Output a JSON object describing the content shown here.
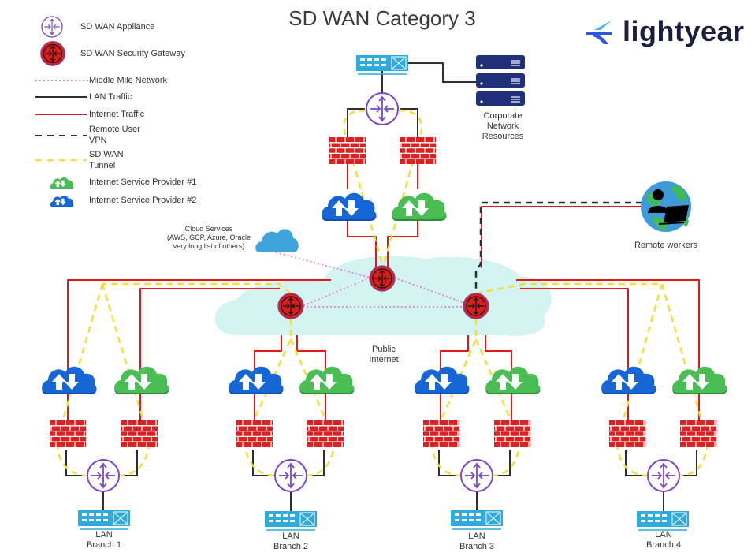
{
  "title": "SD WAN Category 3",
  "brand": {
    "name": "lightyear",
    "colors": {
      "primary": "#2f57e0",
      "secondary": "#45b7f0",
      "text": "#1b1e3d"
    }
  },
  "legend": {
    "items": [
      {
        "icon": "sd-wan-appliance-icon",
        "label": "SD WAN Appliance"
      },
      {
        "icon": "security-gateway-icon",
        "label": "SD WAN Security Gateway"
      },
      {
        "line": "dotted-pink",
        "label": "Middle Mile Network"
      },
      {
        "line": "solid-dark",
        "label": "LAN Traffic"
      },
      {
        "line": "solid-red",
        "label": "Internet Traffic"
      },
      {
        "line": "dashed-dark",
        "label": "Remote User VPN",
        "lines": [
          "Remote User",
          "VPN"
        ]
      },
      {
        "line": "dashed-yellow",
        "label": "SD WAN Tunnel",
        "lines": [
          "SD WAN",
          "Tunnel"
        ]
      },
      {
        "icon": "isp1-cloud-icon",
        "label": "Internet Service Provider #1"
      },
      {
        "icon": "isp2-cloud-icon",
        "label": "Internet Service Provider #2"
      }
    ]
  },
  "colors": {
    "appliance": "#7b46c8",
    "gateway": "#d81f1f",
    "middle_mile": "#e67ad8",
    "lan": "#2b3038",
    "internet": "#e0191f",
    "vpn": "#2b3038",
    "tunnel": "#f4dd3c",
    "isp1": "#4bbd55",
    "isp2": "#1766d6",
    "firewall": "#dd2020",
    "switch": "#2eaadc",
    "server": "#1f2f7a",
    "public_cloud": "#d3f5f1",
    "cloud_services": "#3fa3dc"
  },
  "nodes": {
    "corporate": {
      "label": "Corporate Network Resources",
      "lines": [
        "Corporate",
        "Network",
        "Resources"
      ]
    },
    "cloud_services": {
      "label": "Cloud Services (AWS, GCP, Azure, Oracle very long list of others)",
      "lines": [
        "Cloud Services",
        "(AWS, GCP, Azure, Oracle",
        "very long list of others)"
      ]
    },
    "remote_workers": {
      "label": "Remote workers"
    },
    "public_internet": {
      "label": "Public Internet",
      "lines": [
        "Public",
        "Internet"
      ]
    },
    "branches": [
      {
        "lan": "LAN",
        "name": "Branch 1"
      },
      {
        "lan": "LAN",
        "name": "Branch 2"
      },
      {
        "lan": "LAN",
        "name": "Branch 3"
      },
      {
        "lan": "LAN",
        "name": "Branch 4"
      }
    ]
  }
}
